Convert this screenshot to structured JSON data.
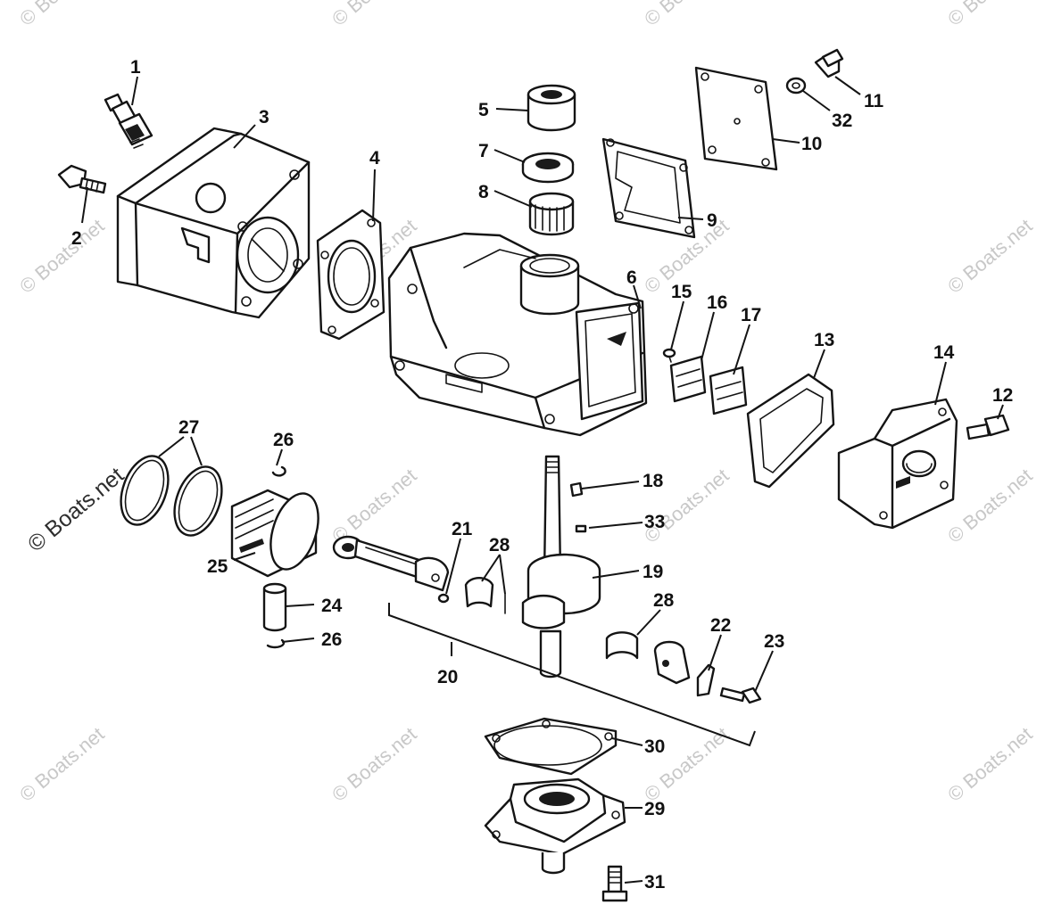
{
  "watermark": {
    "text": "© Boats.net",
    "color": "#c8c8c8",
    "prominent_color": "#2e2e2e"
  },
  "callouts": {
    "p1": "1",
    "p2": "2",
    "p3": "3",
    "p4": "4",
    "p5": "5",
    "p6": "6",
    "p7": "7",
    "p8": "8",
    "p9": "9",
    "p10": "10",
    "p11": "11",
    "p12": "12",
    "p13": "13",
    "p14": "14",
    "p15": "15",
    "p16": "16",
    "p17": "17",
    "p18": "18",
    "p19": "19",
    "p20": "20",
    "p21": "21",
    "p22": "22",
    "p23": "23",
    "p24": "24",
    "p25": "25",
    "p26a": "26",
    "p26b": "26",
    "p27": "27",
    "p28a": "28",
    "p28b": "28",
    "p29": "29",
    "p30": "30",
    "p31": "31",
    "p32": "32",
    "p33": "33"
  }
}
